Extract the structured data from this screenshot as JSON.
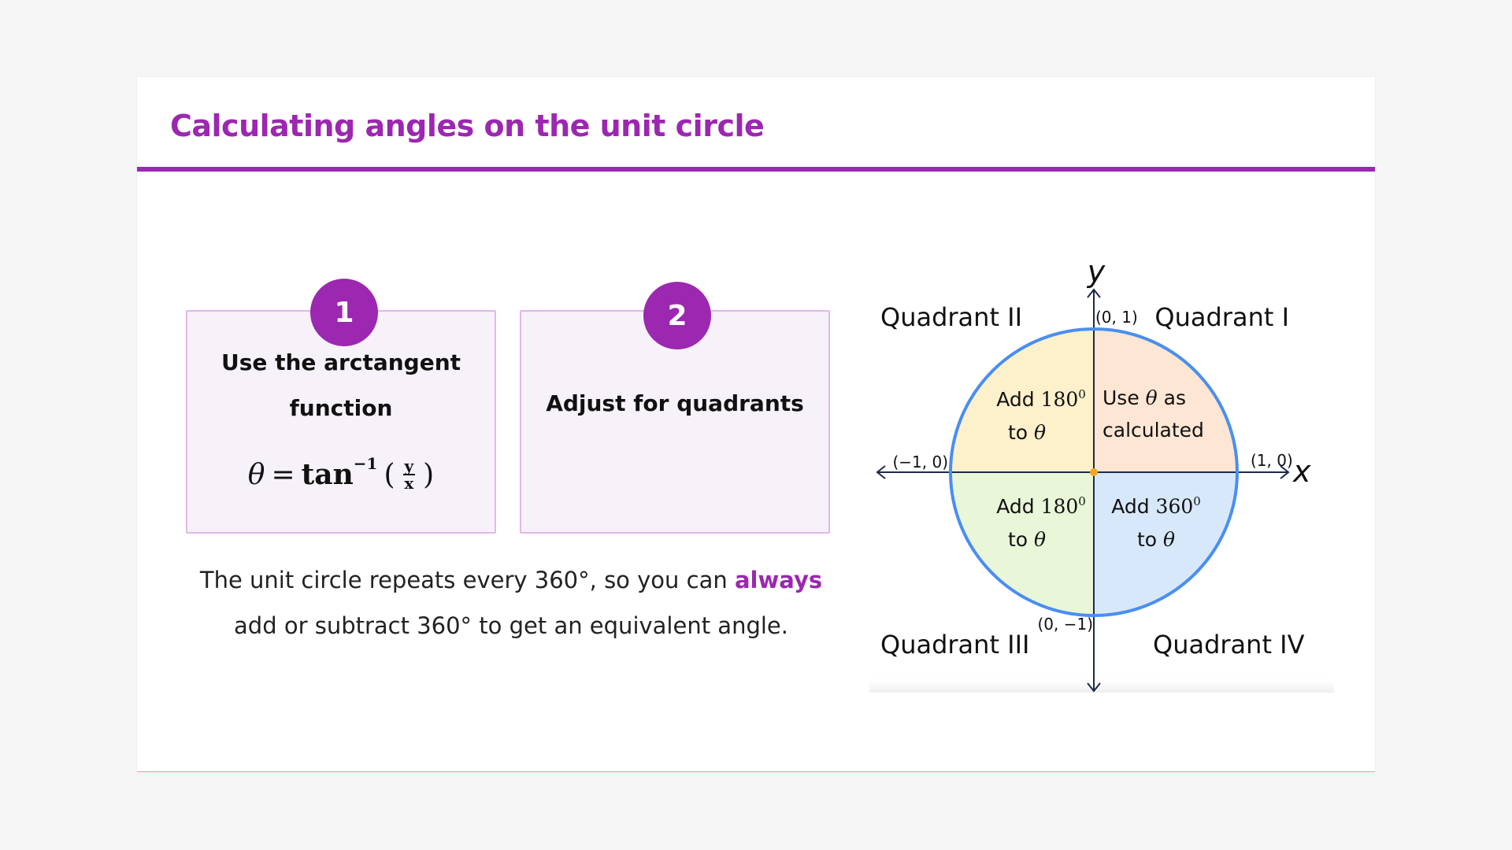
{
  "title": "Calculating angles on the unit circle",
  "colors": {
    "accent": "#9c27b0",
    "circle": "#4a8ef0",
    "quadrant_I_fill": "#fde6d4",
    "quadrant_II_fill": "#fdf1cc",
    "quadrant_III_fill": "#e9f6d8",
    "quadrant_IV_fill": "#d8e8fb",
    "origin": "#f5a623"
  },
  "steps": [
    {
      "number": "1",
      "line1": "Use the arctangent",
      "line2": "function",
      "formula": {
        "lhs": "θ",
        "eq": "=",
        "fn": "tan",
        "exp": "−1",
        "open": "(",
        "num": "y",
        "den": "x",
        "close": ")"
      }
    },
    {
      "number": "2",
      "heading": "Adjust for quadrants"
    }
  ],
  "note": {
    "before": "The unit circle repeats every 360°, so you can ",
    "emphasis": "always",
    "after": " add or subtract 360° to get an equivalent angle."
  },
  "diagram": {
    "axis_x": "x",
    "axis_y": "y",
    "quadrant_labels": {
      "q1": "Quadrant I",
      "q2": "Quadrant II",
      "q3": "Quadrant III",
      "q4": "Quadrant IV"
    },
    "points": {
      "top": "(0, 1)",
      "right": "(1, 0)",
      "bottom": "(0, −1)",
      "left": "(−1, 0)"
    },
    "regions": {
      "q1_line1_a": "Use ",
      "q1_line1_theta": "θ",
      "q1_line1_b": " as",
      "q1_line2": "calculated",
      "q2_line1_a": "Add ",
      "q2_line1_num": "180",
      "q2_line1_sup": "0",
      "q2_line2_a": "to ",
      "q2_line2_theta": "θ",
      "q3_line1_a": "Add ",
      "q3_line1_num": "180",
      "q3_line1_sup": "0",
      "q3_line2_a": "to ",
      "q3_line2_theta": "θ",
      "q4_line1_a": "Add ",
      "q4_line1_num": "360",
      "q4_line1_sup": "0",
      "q4_line2_a": "to ",
      "q4_line2_theta": "θ"
    }
  }
}
